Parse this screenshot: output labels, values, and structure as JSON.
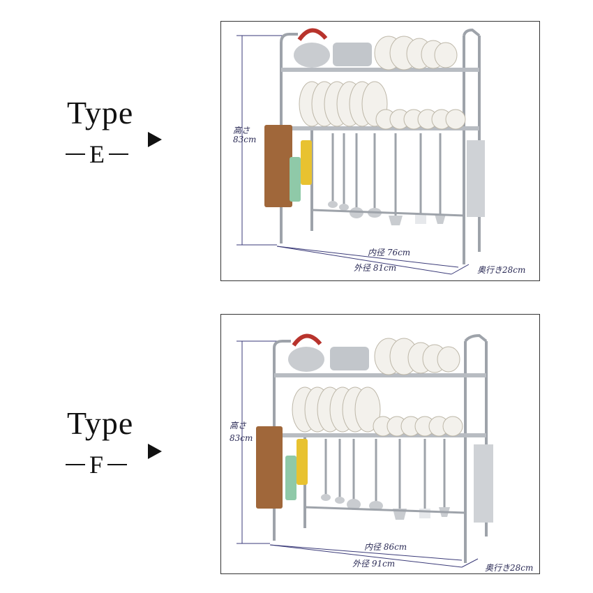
{
  "variants": [
    {
      "type_word": "Type",
      "type_code": "E",
      "height_label": "高さ",
      "height_value": "83cm",
      "inner_width": "内径 76cm",
      "outer_width": "外径 81cm",
      "depth": "奥行き28cm"
    },
    {
      "type_word": "Type",
      "type_code": "F",
      "height_label": "高さ",
      "height_value": "83cm",
      "inner_width": "内径 86cm",
      "outer_width": "外径 91cm",
      "depth": "奥行き28cm"
    }
  ],
  "colors": {
    "dimension_line": "#3a3a78",
    "steel": "#b8bcc2",
    "kettle_handle": "#b8332c",
    "cutting_board": "#a0673a",
    "detergent": "#e8c230",
    "plate": "#f3f1ec"
  }
}
